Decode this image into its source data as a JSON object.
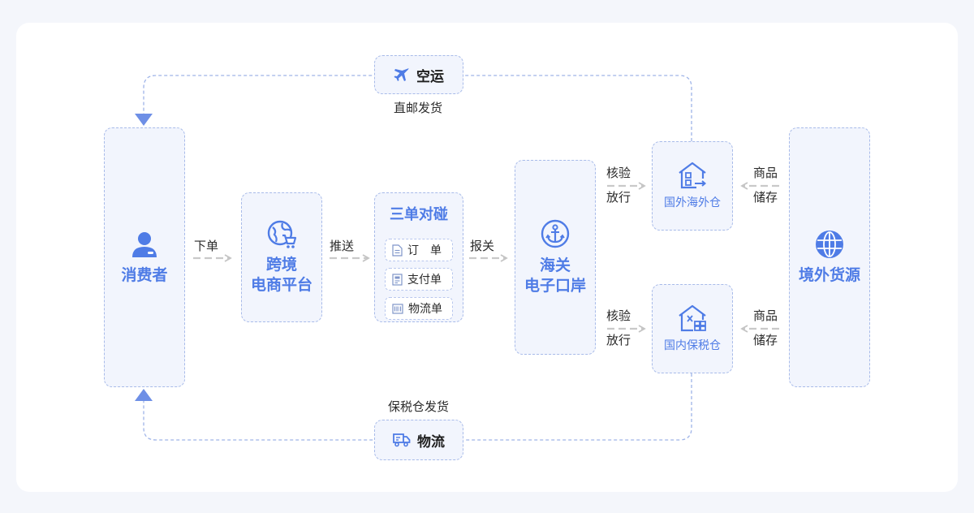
{
  "nodes": {
    "consumer": {
      "label": "消费者",
      "icon": "user-icon"
    },
    "platform": {
      "label_line1": "跨境",
      "label_line2": "电商平台",
      "icon": "globe-cart-icon"
    },
    "reconcile": {
      "title": "三单对碰",
      "items": [
        {
          "label": "订　单",
          "icon": "document-icon"
        },
        {
          "label": "支付单",
          "icon": "receipt-icon"
        },
        {
          "label": "物流单",
          "icon": "barcode-icon"
        }
      ]
    },
    "customs": {
      "label_line1": "海关",
      "label_line2": "电子口岸",
      "icon": "anchor-icon"
    },
    "overseas_warehouse": {
      "label": "国外海外仓",
      "icon": "warehouse-export-icon"
    },
    "bonded_warehouse": {
      "label": "国内保税仓",
      "icon": "warehouse-boxes-icon"
    },
    "source": {
      "label": "境外货源",
      "icon": "globe-icon"
    }
  },
  "edges": {
    "order": "下单",
    "push": "推送",
    "declare": "报关",
    "inspect_top_1": "核验",
    "inspect_top_2": "放行",
    "inspect_bottom_1": "核验",
    "inspect_bottom_2": "放行",
    "store_top_1": "商品",
    "store_top_2": "储存",
    "store_bottom_1": "商品",
    "store_bottom_2": "储存"
  },
  "routes": {
    "air": {
      "label": "空运",
      "caption": "直邮发货",
      "icon": "airplane-icon"
    },
    "logistics": {
      "label": "物流",
      "caption": "保税仓发货",
      "icon": "truck-icon"
    }
  },
  "colors": {
    "accent": "#4f7ce6",
    "node_fill": "#f2f5fd",
    "node_border": "#a8bbe9",
    "arrow_gray": "#c9c9c9"
  }
}
